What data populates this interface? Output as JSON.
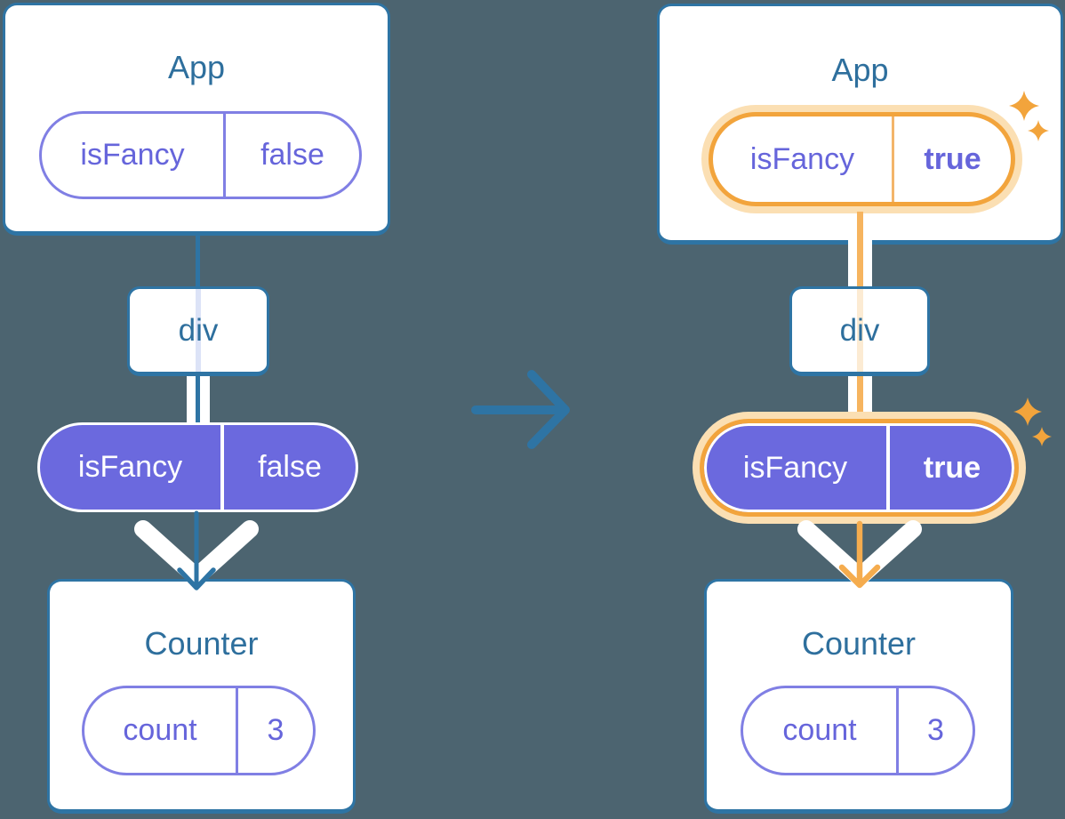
{
  "diagram_description": "Two React component trees showing the isFancy prop changing from false to true as it is passed from App through a div down to Counter",
  "colors": {
    "background": "#4C6470",
    "steel_blue": "#2E74A4",
    "title_text": "#2E6F9D",
    "purple": "#6B69DE",
    "purple_border": "#807FE4",
    "purple_text": "#6665DB",
    "lavender_line": "#DCE3F7",
    "orange": "#F2A43C",
    "orange_line": "#F6B45F",
    "orange_pale": "#FBDFB3",
    "orange_faint": "#FCEBD3",
    "card_background": "#FFFFFF"
  },
  "icons": {
    "transition_arrow": "→",
    "sparkle": "✦"
  },
  "left_tree": {
    "app_card": {
      "title": "App",
      "prop_pill": {
        "key": "isFancy",
        "value": "false"
      }
    },
    "div_card": {
      "label": "div"
    },
    "passed_prop_pill": {
      "key": "isFancy",
      "value": "false"
    },
    "counter_card": {
      "title": "Counter",
      "state_pill": {
        "key": "count",
        "value": "3"
      }
    }
  },
  "right_tree": {
    "app_card": {
      "title": "App",
      "prop_pill": {
        "key": "isFancy",
        "value": "true"
      }
    },
    "div_card": {
      "label": "div"
    },
    "passed_prop_pill": {
      "key": "isFancy",
      "value": "true"
    },
    "counter_card": {
      "title": "Counter",
      "state_pill": {
        "key": "count",
        "value": "3"
      }
    }
  }
}
